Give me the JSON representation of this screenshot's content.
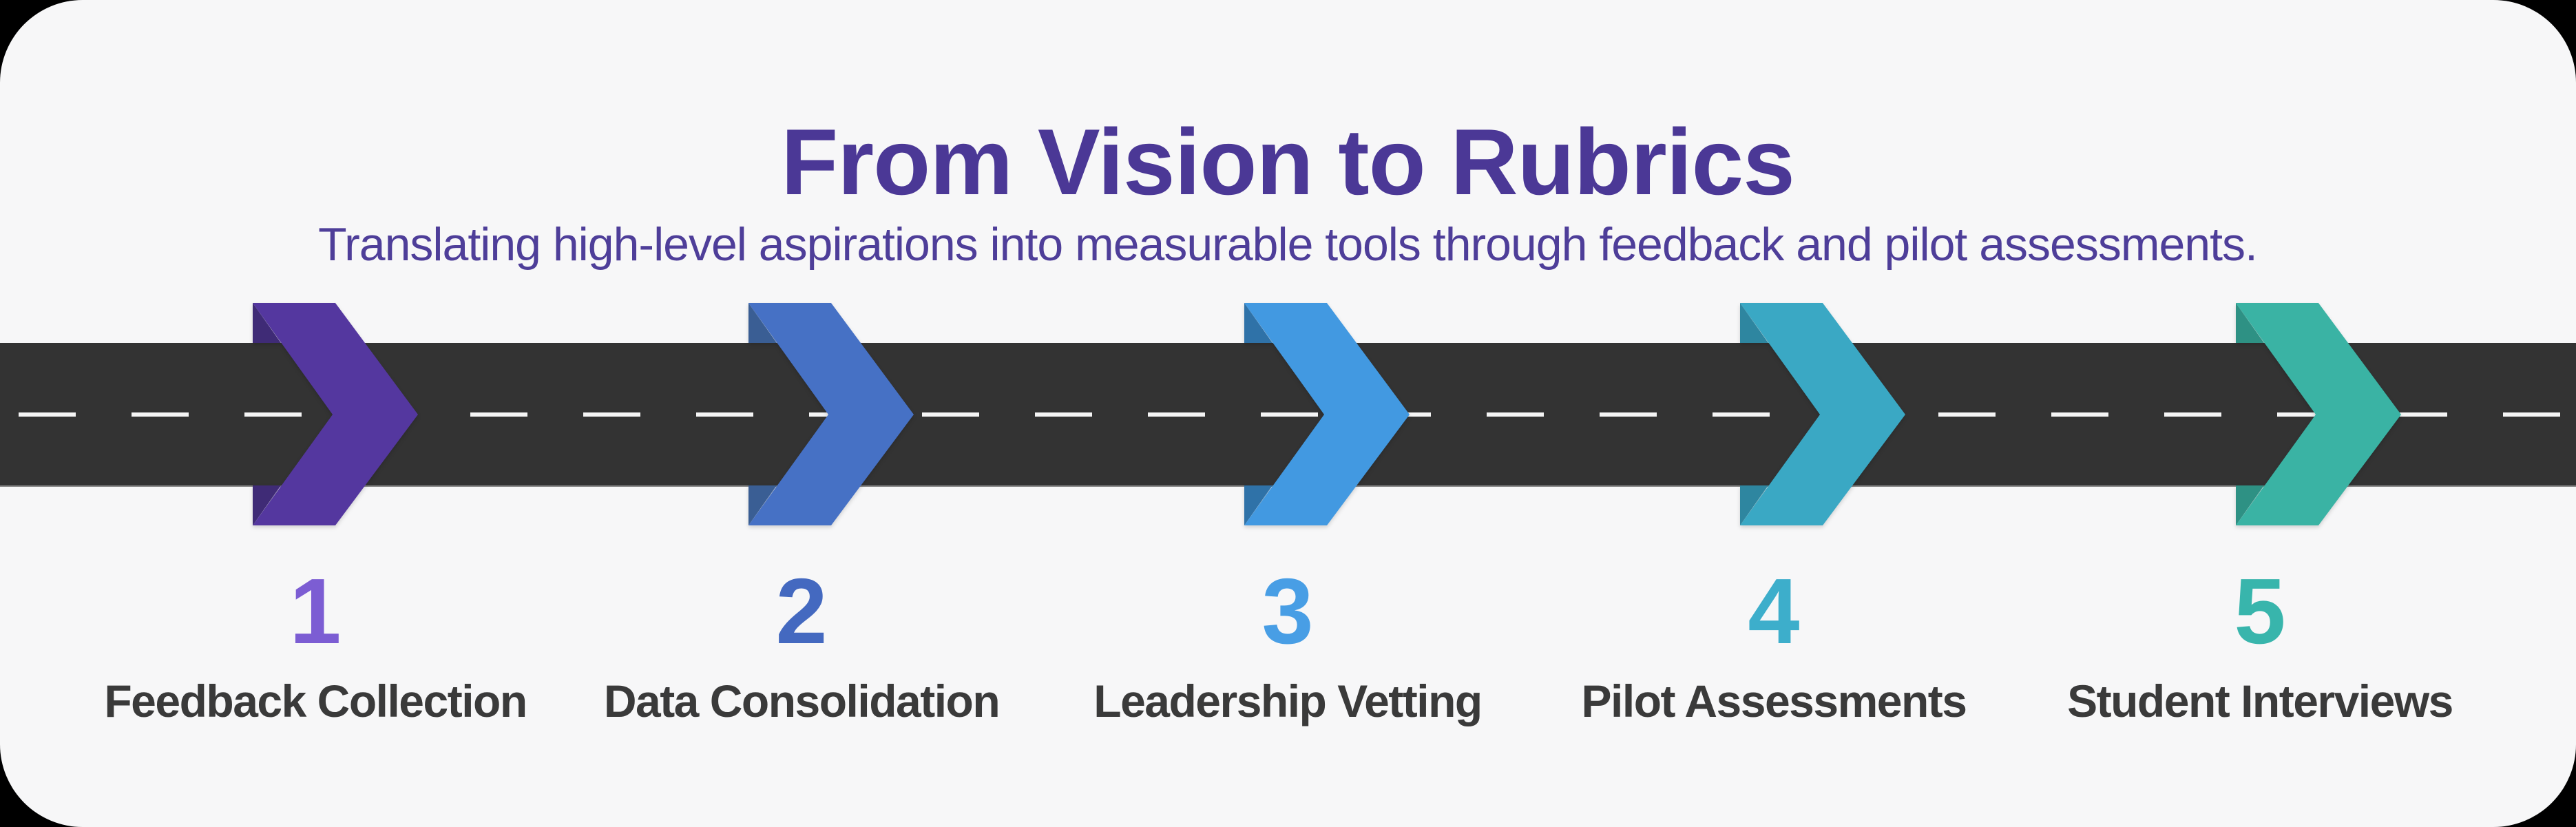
{
  "header": {
    "title": "From Vision to Rubrics",
    "subtitle": "Translating high-level aspirations into measurable tools through feedback and pilot assessments."
  },
  "colors": {
    "background": "#000000",
    "card": "#f7f7f8",
    "title": "#4b3896",
    "subtitle": "#4e3e99",
    "road": "#333333",
    "road_edge": "#8c8c8c",
    "dash": "#f5f5f5",
    "label": "#3a3a3a"
  },
  "roadmap": {
    "kind": "road-timeline",
    "direction": "left-to-right",
    "step_count": "5"
  },
  "steps": [
    {
      "number": "1",
      "label": "Feedback Collection",
      "number_color": "#7c5dd3",
      "chevron": {
        "main": "#54379f",
        "fold": "#3f2b76"
      }
    },
    {
      "number": "2",
      "label": "Data Consolidation",
      "number_color": "#4469c0",
      "chevron": {
        "main": "#4671c5",
        "fold": "#3a5e94"
      }
    },
    {
      "number": "3",
      "label": "Leadership Vetting",
      "number_color": "#489ee5",
      "chevron": {
        "main": "#4299e1",
        "fold": "#2f72a8"
      }
    },
    {
      "number": "4",
      "label": "Pilot Assessments",
      "number_color": "#3daecb",
      "chevron": {
        "main": "#3aa8c4",
        "fold": "#2e86a0"
      }
    },
    {
      "number": "5",
      "label": "Student Interviews",
      "number_color": "#38b5ac",
      "chevron": {
        "main": "#3ab3a4",
        "fold": "#2e9184"
      }
    }
  ]
}
